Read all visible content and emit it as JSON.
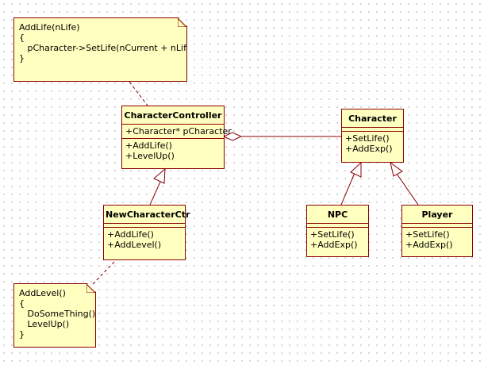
{
  "colors": {
    "box_fill": "#ffffc0",
    "box_border": "#8b0000",
    "line": "#8b0000",
    "grid_dot": "#c8c8c8"
  },
  "notes": [
    {
      "id": "note-addlife",
      "lines": [
        "AddLife(nLife)",
        "{",
        "   pCharacter->SetLife(nCurrent + nLife)",
        "}"
      ]
    },
    {
      "id": "note-addlevel",
      "lines": [
        "AddLevel()",
        "{",
        "   DoSomeThing()",
        "   LevelUp()",
        "}"
      ]
    }
  ],
  "classes": [
    {
      "id": "character-controller",
      "name": "CharacterController",
      "attributes": [
        "+Character* pCharacter"
      ],
      "operations": [
        "+AddLife()",
        "+LevelUp()"
      ]
    },
    {
      "id": "new-character-ctr",
      "name": "NewCharacterCtr",
      "attributes": [],
      "operations": [
        "+AddLife()",
        "+AddLevel()"
      ]
    },
    {
      "id": "character",
      "name": "Character",
      "attributes": [],
      "operations": [
        "+SetLife()",
        "+AddExp()"
      ]
    },
    {
      "id": "npc",
      "name": "NPC",
      "attributes": [],
      "operations": [
        "+SetLife()",
        "+AddExp()"
      ]
    },
    {
      "id": "player",
      "name": "Player",
      "attributes": [],
      "operations": [
        "+SetLife()",
        "+AddExp()"
      ]
    }
  ],
  "relationships": [
    {
      "id": "gen-newctr-ctrl",
      "kind": "generalization",
      "from": "NewCharacterCtr",
      "to": "CharacterController"
    },
    {
      "id": "agg-ctrl-character",
      "kind": "aggregation",
      "from": "CharacterController",
      "to": "Character"
    },
    {
      "id": "gen-npc-character",
      "kind": "generalization",
      "from": "NPC",
      "to": "Character"
    },
    {
      "id": "gen-player-character",
      "kind": "generalization",
      "from": "Player",
      "to": "Character"
    },
    {
      "id": "anchor-addlife",
      "kind": "note-anchor",
      "from": "AddLife note",
      "to": "CharacterController"
    },
    {
      "id": "anchor-addlevel",
      "kind": "note-anchor",
      "from": "AddLevel note",
      "to": "NewCharacterCtr"
    }
  ]
}
